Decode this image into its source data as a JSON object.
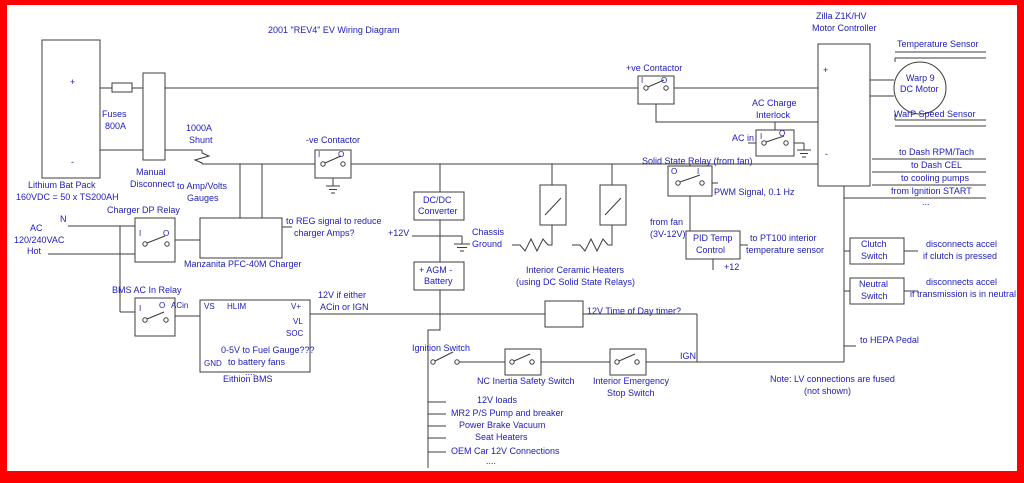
{
  "title": "2001 \"REV4\" EV Wiring Diagram",
  "battery": {
    "name1": "Lithium Bat Pack",
    "name2": "160VDC = 50 x TS200AH",
    "plus": "+",
    "minus": "-"
  },
  "fuses": {
    "line1": "Fuses",
    "line2": "800A"
  },
  "disconnect": {
    "line1": "Manual",
    "line2": "Disconnect"
  },
  "shunt": {
    "line1": "1000A",
    "line2": "Shunt",
    "gauge1": "to Amp/Volts",
    "gauge2": "Gauges"
  },
  "ac": {
    "label": "AC",
    "voltage": "120/240VAC",
    "n": "N",
    "hot": "Hot"
  },
  "charger_relay": {
    "title": "Charger DP Relay",
    "i": "I",
    "o": "O"
  },
  "charger": {
    "name": "Manzanita PFC-40M Charger",
    "reg1": "to REG signal to reduce",
    "reg2": "charger Amps?"
  },
  "bms_relay": {
    "title": "BMS AC In Relay",
    "i": "I",
    "o": "O",
    "acin": "ACin"
  },
  "bms": {
    "vs": "VS",
    "hlim": "HLIM",
    "vplus": "V+",
    "vl": "VL",
    "soc": "SOC",
    "gnd": "GND",
    "name": "Eithion BMS",
    "fuel1": "0-5V to Fuel Gauge???",
    "fuel2": "to battery fans",
    "dots": "....",
    "v12a": "12V if either",
    "v12b": "ACin or IGN"
  },
  "neg_contactor": {
    "title": "-ve Contactor",
    "i": "I",
    "o": "O"
  },
  "pos_contactor": {
    "title": "+ve Contactor",
    "i": "I",
    "o": "O"
  },
  "dcdc": {
    "line1": "DC/DC",
    "line2": "Converter",
    "v12": "+12V"
  },
  "chassis": {
    "line1": "Chassis",
    "line2": "Ground"
  },
  "agm": {
    "line1": "+ AGM -",
    "line2": "Battery"
  },
  "heaters": {
    "line1": "Interior Ceramic Heaters",
    "line2": "(using DC Solid State Relays)"
  },
  "fan_ssr": {
    "title": "Solid State Relay (from fan)",
    "o": "O",
    "i": "I",
    "pwm": "PWM Signal, 0.1 Hz",
    "fan1": "from fan",
    "fan2": "(3V-12V)"
  },
  "pid": {
    "line1": "PID Temp",
    "line2": "Control",
    "pt1": "to PT100 interior",
    "pt2": "temperature sensor",
    "v12": "+12"
  },
  "interlock": {
    "line1": "AC Charge",
    "line2": "Interlock",
    "acin": "AC in",
    "i": "I",
    "o": "O"
  },
  "zilla": {
    "line1": "Zilla Z1K/HV",
    "line2": "Motor Controller",
    "plus": "+",
    "minus": "-"
  },
  "motor": {
    "line1": "Warp 9",
    "line2": "DC Motor",
    "temp": "Temperature Sensor",
    "speed": "WarP Speed Sensor"
  },
  "zilla_io": {
    "rpm": "to Dash RPM/Tach",
    "cel": "to Dash CEL",
    "pumps": "to cooling pumps",
    "start": "from Ignition START",
    "dots": "..."
  },
  "clutch": {
    "line1": "Clutch",
    "line2": "Switch",
    "desc1": "disconnects accel",
    "desc2": "if clutch is pressed"
  },
  "neutral": {
    "line1": "Neutral",
    "line2": "Switch",
    "desc1": "disconnects accel",
    "desc2": "if transmission is in neutral"
  },
  "hepa": {
    "label": "to HEPA Pedal"
  },
  "timer": {
    "label": "12V Time of Day timer?"
  },
  "ignition": {
    "label": "Ignition Switch",
    "ign": "IGN"
  },
  "inertia": {
    "label": "NC Inertia Safety Switch"
  },
  "estop": {
    "line1": "Interior Emergency",
    "line2": "Stop Switch"
  },
  "note": {
    "line1": "Note: LV connections are fused",
    "line2": "(not shown)"
  },
  "loads": {
    "title": "12V loads",
    "items": [
      "MR2 P/S Pump and breaker",
      "Power Brake Vacuum",
      "Seat Heaters",
      "OEM Car 12V Connections"
    ],
    "dots": "...."
  }
}
